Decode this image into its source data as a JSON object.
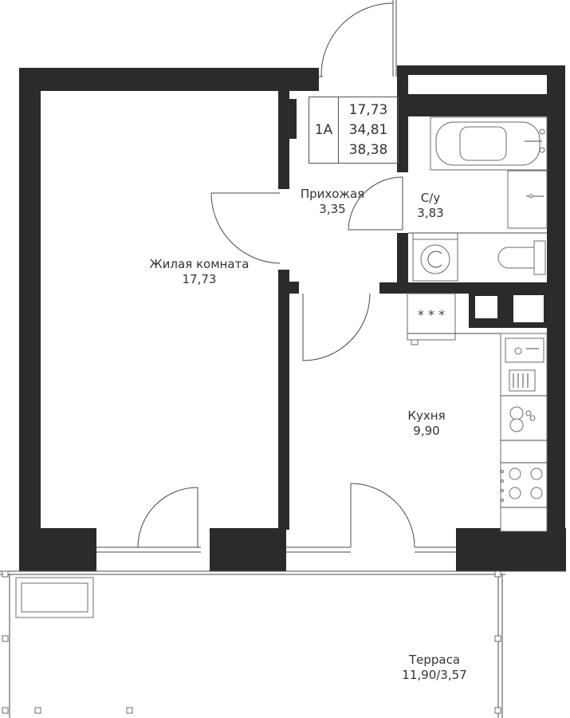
{
  "apartment": {
    "code": "1A",
    "living_area": "17,73",
    "total_area": "34,81",
    "area_with_terrace": "38,38"
  },
  "rooms": {
    "living": {
      "name": "Жилая комната",
      "area": "17,73"
    },
    "hall": {
      "name": "Прихожая",
      "area": "3,35"
    },
    "bathroom": {
      "name": "С/у",
      "area": "3,83"
    },
    "kitchen": {
      "name": "Кухня",
      "area": "9,90"
    },
    "terrace": {
      "name": "Терраса",
      "area": "11,90/3,57"
    }
  },
  "colors": {
    "wall": "#2b2b2b",
    "line": "#4a4a4a"
  }
}
